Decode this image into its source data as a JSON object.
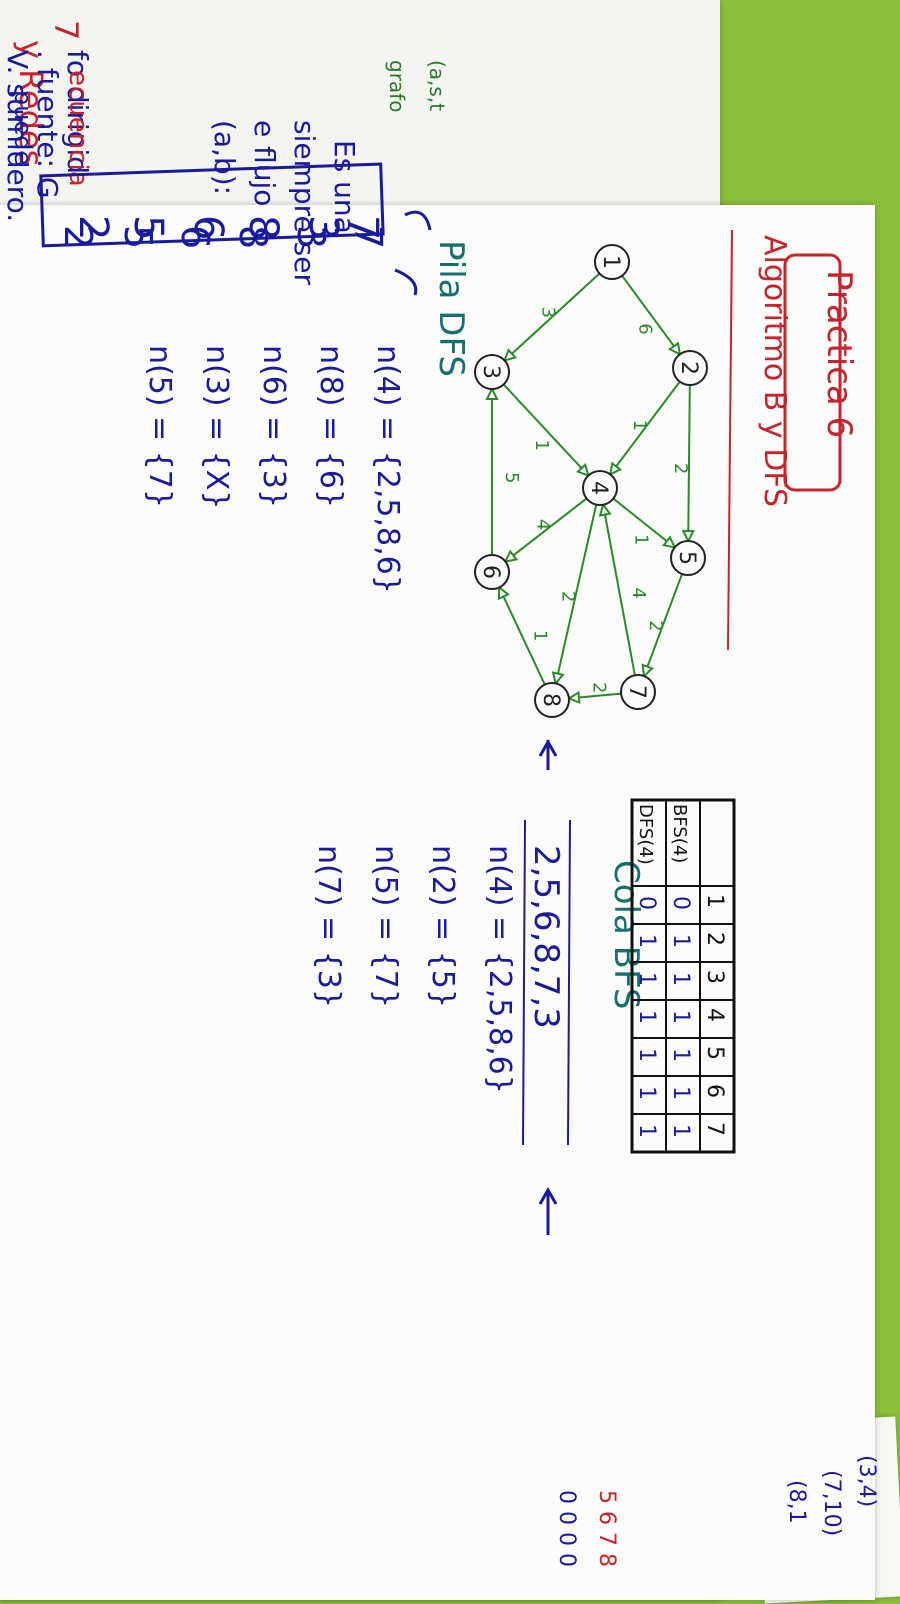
{
  "header": {
    "title": "Practica 6",
    "subtitle": "Algoritmo B y DFS"
  },
  "graph": {
    "nodes": [
      "1",
      "2",
      "3",
      "4",
      "5",
      "6",
      "7",
      "8"
    ],
    "edges": [
      {
        "from": "1",
        "to": "2",
        "w": "6"
      },
      {
        "from": "1",
        "to": "3",
        "w": "3"
      },
      {
        "from": "2",
        "to": "5",
        "w": "2"
      },
      {
        "from": "2",
        "to": "4",
        "w": "1"
      },
      {
        "from": "3",
        "to": "4",
        "w": "1"
      },
      {
        "from": "4",
        "to": "5",
        "w": "1"
      },
      {
        "from": "4",
        "to": "6",
        "w": "4"
      },
      {
        "from": "4",
        "to": "8",
        "w": "2"
      },
      {
        "from": "7",
        "to": "4",
        "w": "4"
      },
      {
        "from": "5",
        "to": "7",
        "w": "2"
      },
      {
        "from": "7",
        "to": "8",
        "w": "2"
      },
      {
        "from": "8",
        "to": "6",
        "w": "1"
      },
      {
        "from": "6",
        "to": "3",
        "w": "5"
      }
    ]
  },
  "dfs": {
    "heading": "Pila DFS",
    "stack": [
      "7",
      "3",
      "8",
      "6",
      "5",
      "2"
    ],
    "neighbors": [
      "n(4) = {2,5,8,6}",
      "n(8) = {6}",
      "n(6) = {3}",
      "n(3) = {X}",
      "n(5) = {7}"
    ]
  },
  "bfs": {
    "heading": "Cola BFS",
    "queue": "2,5,6,8,7,3",
    "neighbors": [
      "n(4) = {2,5,8,6}",
      "n(2) = {5}",
      "n(5) = {7}",
      "n(7) = {3}"
    ]
  },
  "table": {
    "header": [
      "",
      "1",
      "2",
      "3",
      "4",
      "5",
      "6",
      "7"
    ],
    "rows": [
      {
        "label": "BFS(4)",
        "values": [
          "0",
          "1",
          "1",
          "1",
          "1",
          "1",
          "1"
        ]
      },
      {
        "label": "DFS(4)",
        "values": [
          "0",
          "1",
          "1",
          "1",
          "1",
          "1",
          "1"
        ]
      }
    ]
  },
  "back_page": {
    "margin_top": "7",
    "red_title": "y Redes",
    "lines": [
      "fo dirigid",
      ". fuente: G",
      "V. sumidero.",
      "(a,s,t",
      "grafo",
      "Es una",
      "siempre ser",
      "e flujo",
      "(a,b):",
      "ecuencia",
      "puede"
    ],
    "boxed_numbers": [
      "2",
      "5",
      "6",
      "8",
      "3",
      "7"
    ]
  },
  "corner_notes": [
    "(3,4)",
    "(7,10)",
    "(8,1",
    "5 6 7 8",
    "0 0 0 0"
  ]
}
